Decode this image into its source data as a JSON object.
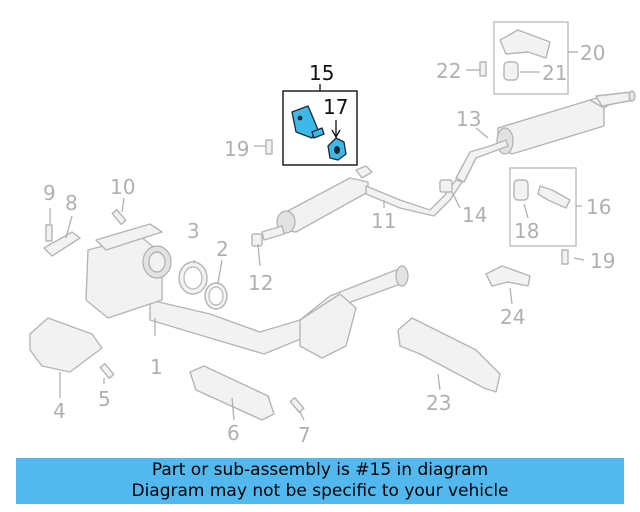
{
  "diagram": {
    "highlighted_part": "15",
    "labels": {
      "l1": "1",
      "l2": "2",
      "l3": "3",
      "l4": "4",
      "l5": "5",
      "l6": "6",
      "l7": "7",
      "l8": "8",
      "l9": "9",
      "l10": "10",
      "l11": "11",
      "l12": "12",
      "l13": "13",
      "l14": "14",
      "l15": "15",
      "l16": "16",
      "l17": "17",
      "l18": "18",
      "l19a": "19",
      "l19b": "19",
      "l20": "20",
      "l21": "21",
      "l22": "22",
      "l23": "23",
      "l24": "24"
    },
    "colors": {
      "highlight_fill": "#3db8e8",
      "banner": "#52b8ee",
      "muted": "#b0b0b0"
    }
  },
  "banner": {
    "line1": "Part or sub-assembly is #15 in diagram",
    "line2": "Diagram may not be specific to your vehicle"
  }
}
